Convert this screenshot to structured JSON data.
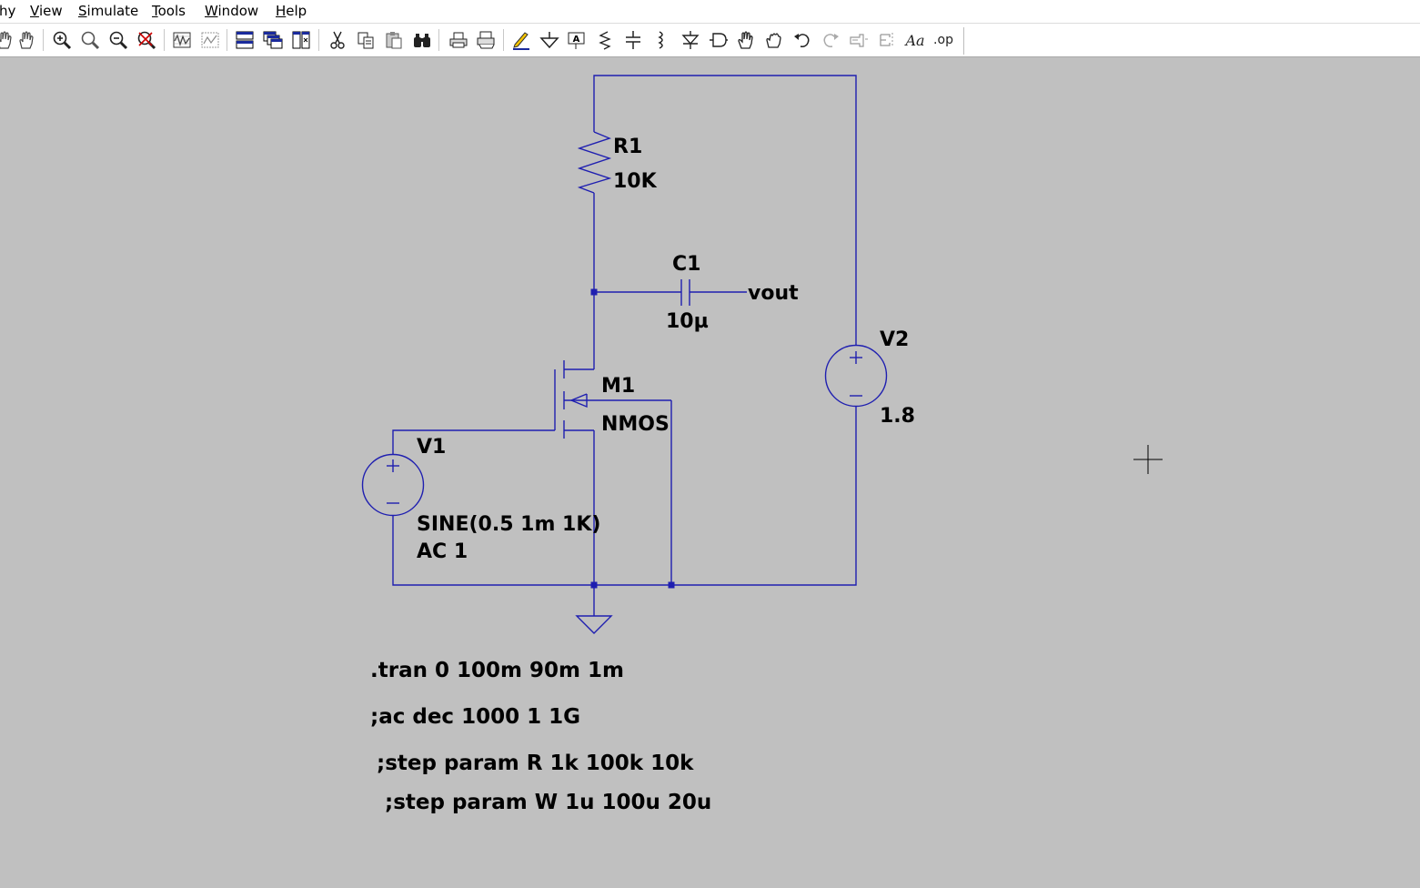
{
  "menu": [
    {
      "id": "hierarchy",
      "label": "hy"
    },
    {
      "id": "view",
      "label": "View"
    },
    {
      "id": "simulate",
      "label": "Simulate"
    },
    {
      "id": "tools",
      "label": "Tools"
    },
    {
      "id": "window",
      "label": "Window"
    },
    {
      "id": "help",
      "label": "Help"
    }
  ],
  "toolbar": {
    "icons": [
      "pan-hand-icon",
      "zoom-in-icon",
      "zoom-area-icon",
      "zoom-out-icon",
      "zoom-fit-icon",
      "waveform-icon",
      "waveform-window-icon",
      "tile-horizontal-icon",
      "cascade-icon",
      "tile-vertical-icon",
      "cut-icon",
      "copy-icon",
      "paste-icon",
      "find-icon",
      "print-icon",
      "print-setup-icon",
      "wire-pencil-icon",
      "ground-icon",
      "label-net-icon",
      "resistor-icon",
      "capacitor-icon",
      "inductor-icon",
      "diode-icon",
      "component-icon",
      "move-hand-icon",
      "drag-hand-icon",
      "undo-icon",
      "redo-icon",
      "rotate-icon",
      "mirror-icon",
      "text-icon",
      "spice-directive-icon"
    ],
    "text_label": "Aa",
    "spice_label": ".op"
  },
  "schematic": {
    "wire_color": "#1f1fb0",
    "r1": {
      "name": "R1",
      "value": "10K"
    },
    "c1": {
      "name": "C1",
      "value": "10µ"
    },
    "net_label": "vout",
    "m1": {
      "name": "M1",
      "model": "NMOS"
    },
    "v2": {
      "name": "V2",
      "value": "1.8"
    },
    "v1": {
      "name": "V1",
      "line1": "SINE(0.5 1m 1K)",
      "line2": "AC 1"
    },
    "directives": [
      ".tran 0 100m 90m 1m",
      ";ac dec 1000 1 1G",
      ";step param R 1k 100k 10k",
      ";step param W 1u 100u 20u"
    ]
  }
}
